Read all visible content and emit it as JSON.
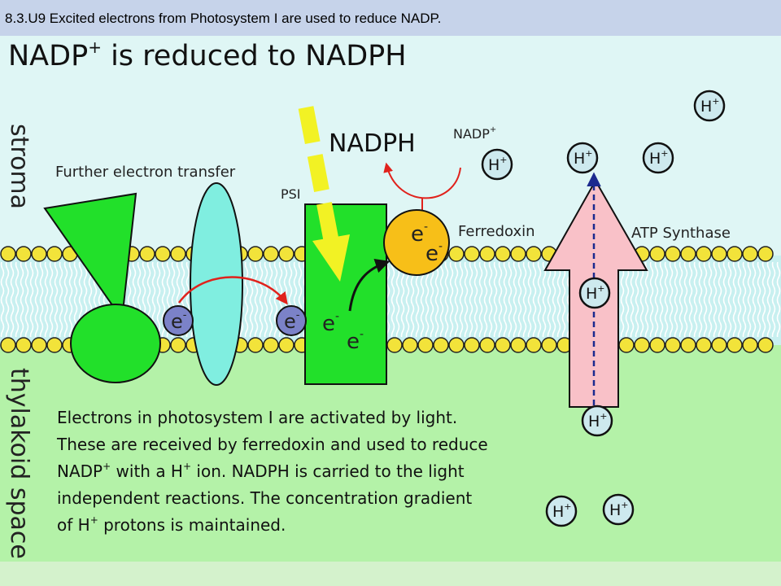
{
  "header": {
    "caption": "8.3.U9 Excited electrons from Photosystem I are used to reduce NADP."
  },
  "slide_title": {
    "main": "NADP",
    "sup": "+",
    "rest": " is reduced to NADPH"
  },
  "side_labels": {
    "stroma": "stroma",
    "thylakoid": "thylakoid space"
  },
  "labels": {
    "further_transfer": "Further electron transfer",
    "psi": "PSI",
    "nadph": "NADPH",
    "nadp": "NADP",
    "nadp_sup": "+",
    "ferredoxin": "Ferredoxin",
    "atp_synthase": "ATP Synthase"
  },
  "electron": {
    "e": "e",
    "minus": "-"
  },
  "proton": {
    "h": "H",
    "plus": "+"
  },
  "description": {
    "line1": "Electrons in photosystem I are activated by light.",
    "line2": "These are received by ferredoxin and used to reduce",
    "line3_a": "NADP",
    "line3_sup1": "+",
    "line3_b": " with a H",
    "line3_sup2": "+",
    "line3_c": " ion. NADPH is carried to the light",
    "line4": "independent reactions. The concentration gradient",
    "line5_a": "of H",
    "line5_sup": "+",
    "line5_b": " protons is maintained."
  },
  "colors": {
    "stroma_bg": "#dff6f5",
    "thylakoid_bg": "#b4f2a8",
    "membrane_inner": "#c8f0f0",
    "lipid_head": "#f2e33a",
    "protein_green": "#22e02a",
    "complex_cyan": "#80eee0",
    "ferredoxin": "#f7bf18",
    "electron": "#7b82c8",
    "proton": "#cde9ee",
    "atp_synthase": "#f9c1c8",
    "light_arrow": "#f2f224",
    "red_arrow": "#e0221c",
    "header_bar": "#c6d3ea"
  }
}
